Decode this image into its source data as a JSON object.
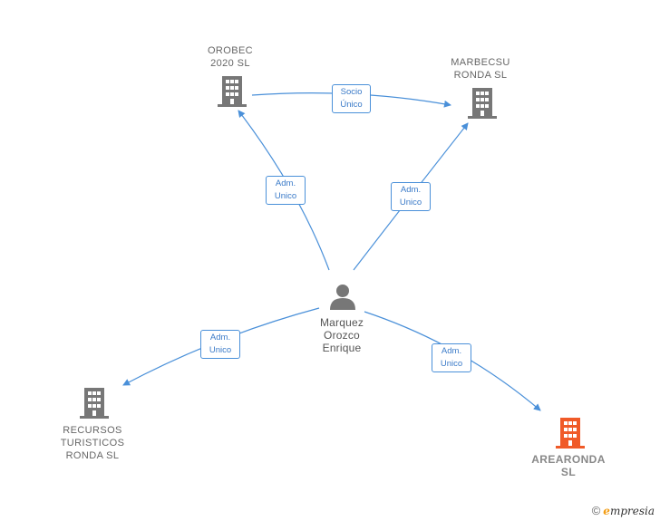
{
  "nodes": {
    "orobec": {
      "label": "OROBEC\n2020 SL",
      "type": "company"
    },
    "marbecsu": {
      "label": "MARBECSU\nRONDA SL",
      "type": "company"
    },
    "person": {
      "label": "Marquez\nOrozco\nEnrique",
      "type": "person"
    },
    "recursos": {
      "label": "RECURSOS\nTURISTICOS\nRONDA SL",
      "type": "company"
    },
    "arearonda": {
      "label": "AREARONDA\nSL",
      "type": "company-target"
    }
  },
  "edges": {
    "orobec_marbecsu": "Socio\nÚnico",
    "person_orobec": "Adm.\nUnico",
    "person_marbecsu": "Adm.\nUnico",
    "person_recursos": "Adm.\nUnico",
    "person_arearonda": "Adm.\nUnico"
  },
  "colors": {
    "edge": "#4a90d9",
    "company_icon": "#777777",
    "target_icon": "#f05a28",
    "person_icon": "#777777"
  },
  "footer": {
    "copyright": "©",
    "brand_initial": "e",
    "brand_rest": "mpresia"
  }
}
